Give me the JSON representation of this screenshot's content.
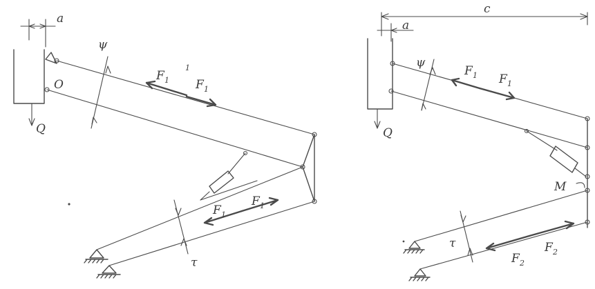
{
  "left_figure": {
    "labels": {
      "a": "a",
      "psi": "ψ",
      "O": "O",
      "Q": "Q",
      "F1_a": "F",
      "F1_a_sub": "1",
      "F1_b": "F",
      "F1_b_sub": "1",
      "F1_c": "F",
      "F1_c_sub": "1",
      "F1_d": "F",
      "F1_d_sub": "1",
      "tick": "1",
      "tau": "τ"
    }
  },
  "right_figure": {
    "labels": {
      "a": "a",
      "c": "c",
      "psi": "ψ",
      "Q": "Q",
      "F1_a": "F",
      "F1_a_sub": "1",
      "F1_b": "F",
      "F1_b_sub": "1",
      "M": "M",
      "tau": "τ",
      "F2_a": "F",
      "F2_a_sub": "2",
      "F2_b": "F",
      "F2_b_sub": "2"
    }
  },
  "colors": {
    "ink": "#4a4a4a",
    "paper": "#ffffff"
  }
}
